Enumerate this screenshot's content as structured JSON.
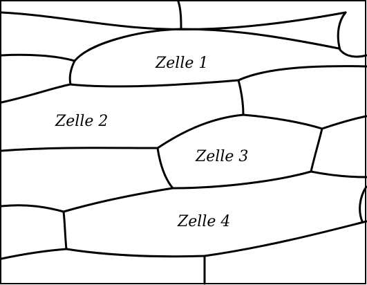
{
  "labels": {
    "cell_1": "Zelle 1",
    "cell_2": "Zelle 2",
    "cell_3": "Zelle 3",
    "cell_4": "Zelle 4"
  },
  "colors": {
    "background": "#ffffff",
    "line": "#000000"
  }
}
